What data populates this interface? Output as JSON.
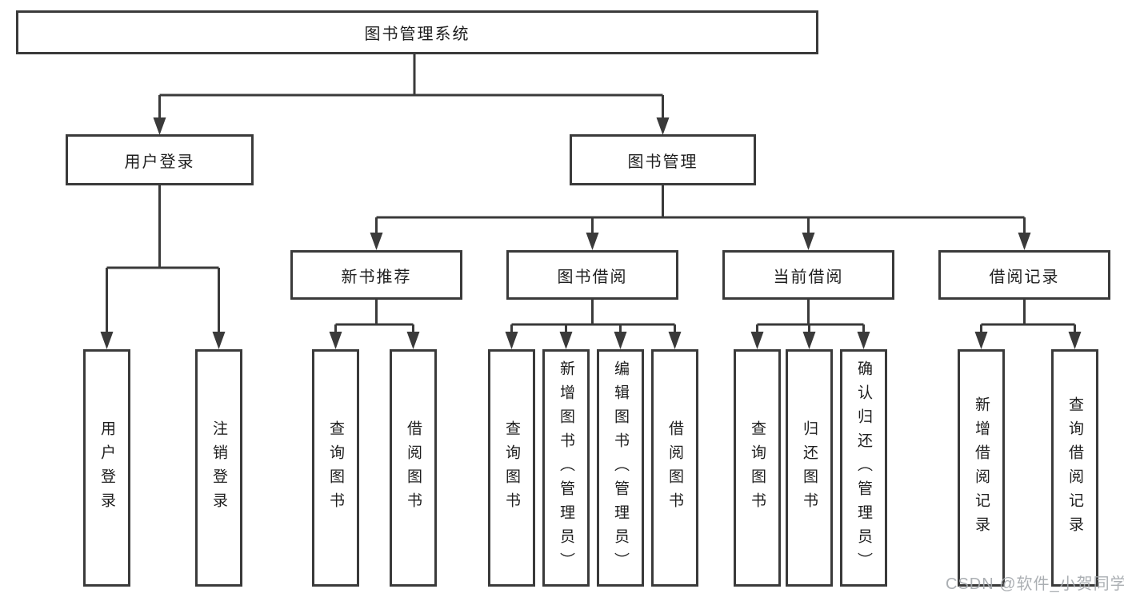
{
  "tree": {
    "root": "图书管理系统",
    "branches": [
      {
        "label": "用户登录",
        "children": [
          "用户登录",
          "注销登录"
        ]
      },
      {
        "label": "图书管理",
        "children": [
          {
            "label": "新书推荐",
            "children": [
              "查询图书",
              "借阅图书"
            ]
          },
          {
            "label": "图书借阅",
            "children": [
              "查询图书",
              "新增图书（管理员）",
              "编辑图书（管理员）",
              "借阅图书"
            ]
          },
          {
            "label": "当前借阅",
            "children": [
              "查询图书",
              "归还图书",
              "确认归还（管理员）"
            ]
          },
          {
            "label": "借阅记录",
            "children": [
              "新增借阅记录",
              "查询借阅记录"
            ]
          }
        ]
      }
    ]
  },
  "watermark": {
    "text": "CSDN @软件_小贺同学"
  },
  "colors": {
    "line": "#3a3a3a",
    "text": "#1e1e1e",
    "background": "#ffffff",
    "watermark": "#a4a8ac"
  }
}
